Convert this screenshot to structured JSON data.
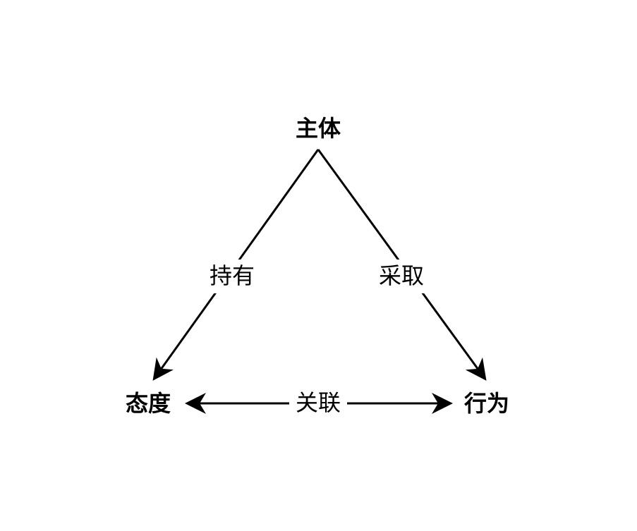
{
  "nodes": {
    "subject": "主体",
    "attitude": "态度",
    "behavior": "行为"
  },
  "edges": {
    "subject_to_attitude": "持有",
    "subject_to_behavior": "采取",
    "attitude_behavior": "关联"
  },
  "colors": {
    "line": "#000000",
    "background": "#ffffff"
  }
}
